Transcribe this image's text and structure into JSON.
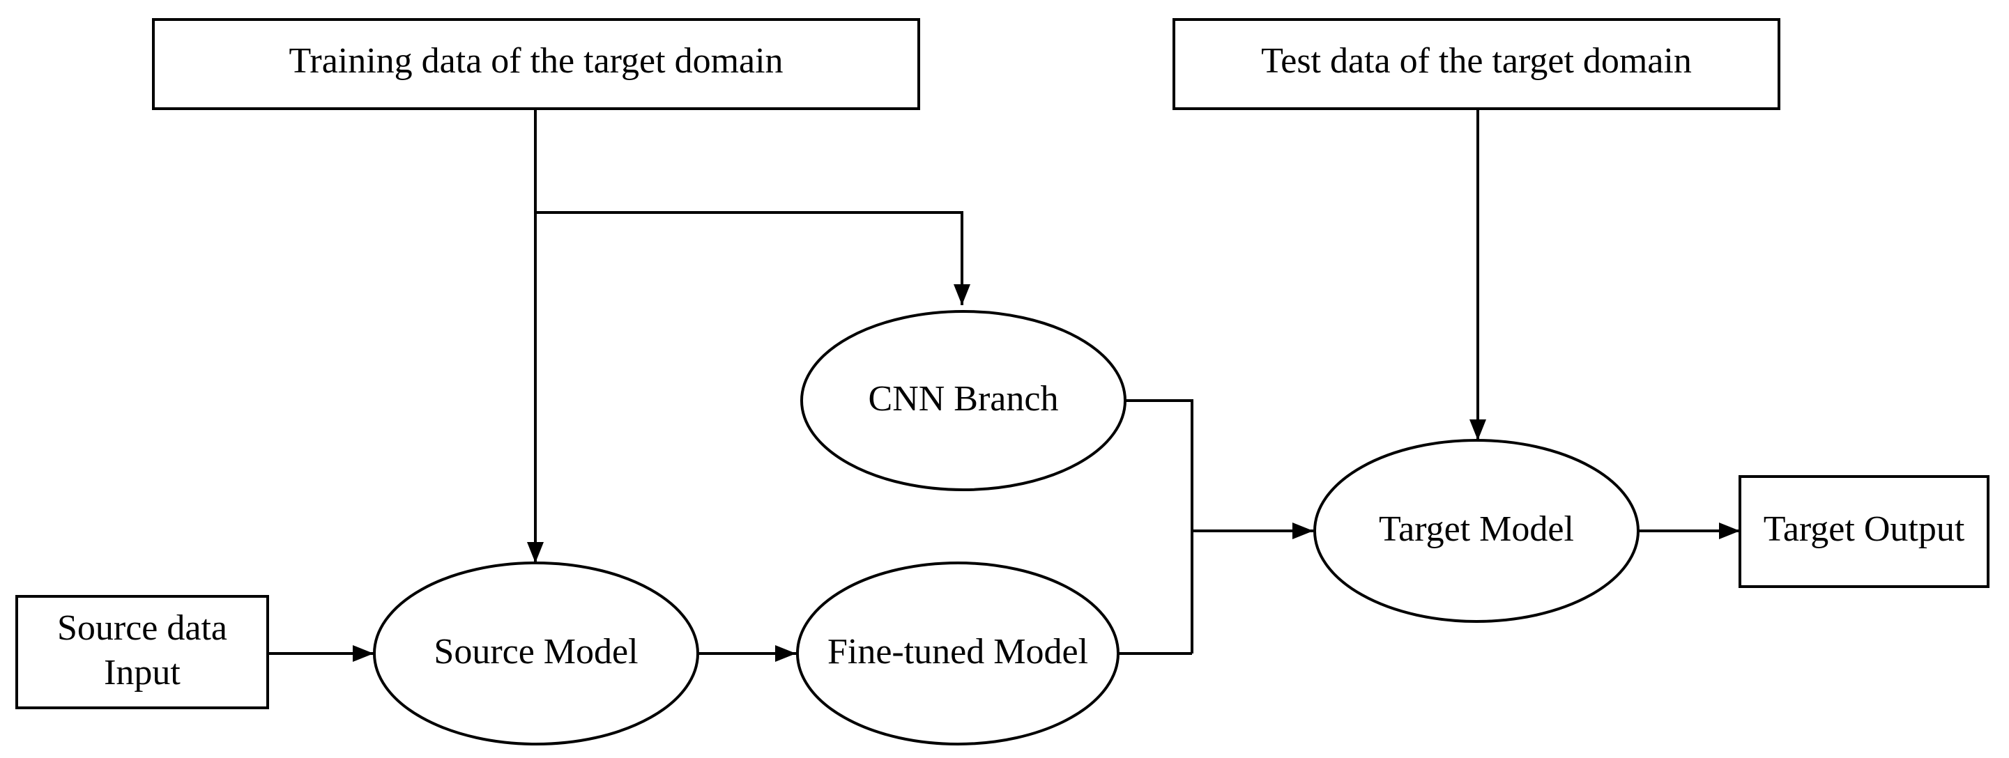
{
  "nodes": {
    "training_data": {
      "label": "Training data of the target domain"
    },
    "test_data": {
      "label": "Test data of the target domain"
    },
    "cnn_branch": {
      "label": "CNN Branch"
    },
    "target_model": {
      "label": "Target Model"
    },
    "target_output": {
      "label": "Target Output"
    },
    "source_input": {
      "label_line1": "Source data",
      "label_line2": "Input"
    },
    "source_model": {
      "label": "Source Model"
    },
    "fine_tuned_model": {
      "label": "Fine-tuned Model"
    }
  },
  "edges": [
    {
      "from": "training_data",
      "to": "source_model"
    },
    {
      "from": "training_data",
      "to": "cnn_branch"
    },
    {
      "from": "test_data",
      "to": "target_model"
    },
    {
      "from": "cnn_branch",
      "to": "target_model"
    },
    {
      "from": "fine_tuned_model",
      "to": "target_model"
    },
    {
      "from": "source_input",
      "to": "source_model"
    },
    {
      "from": "source_model",
      "to": "fine_tuned_model"
    },
    {
      "from": "target_model",
      "to": "target_output"
    }
  ]
}
